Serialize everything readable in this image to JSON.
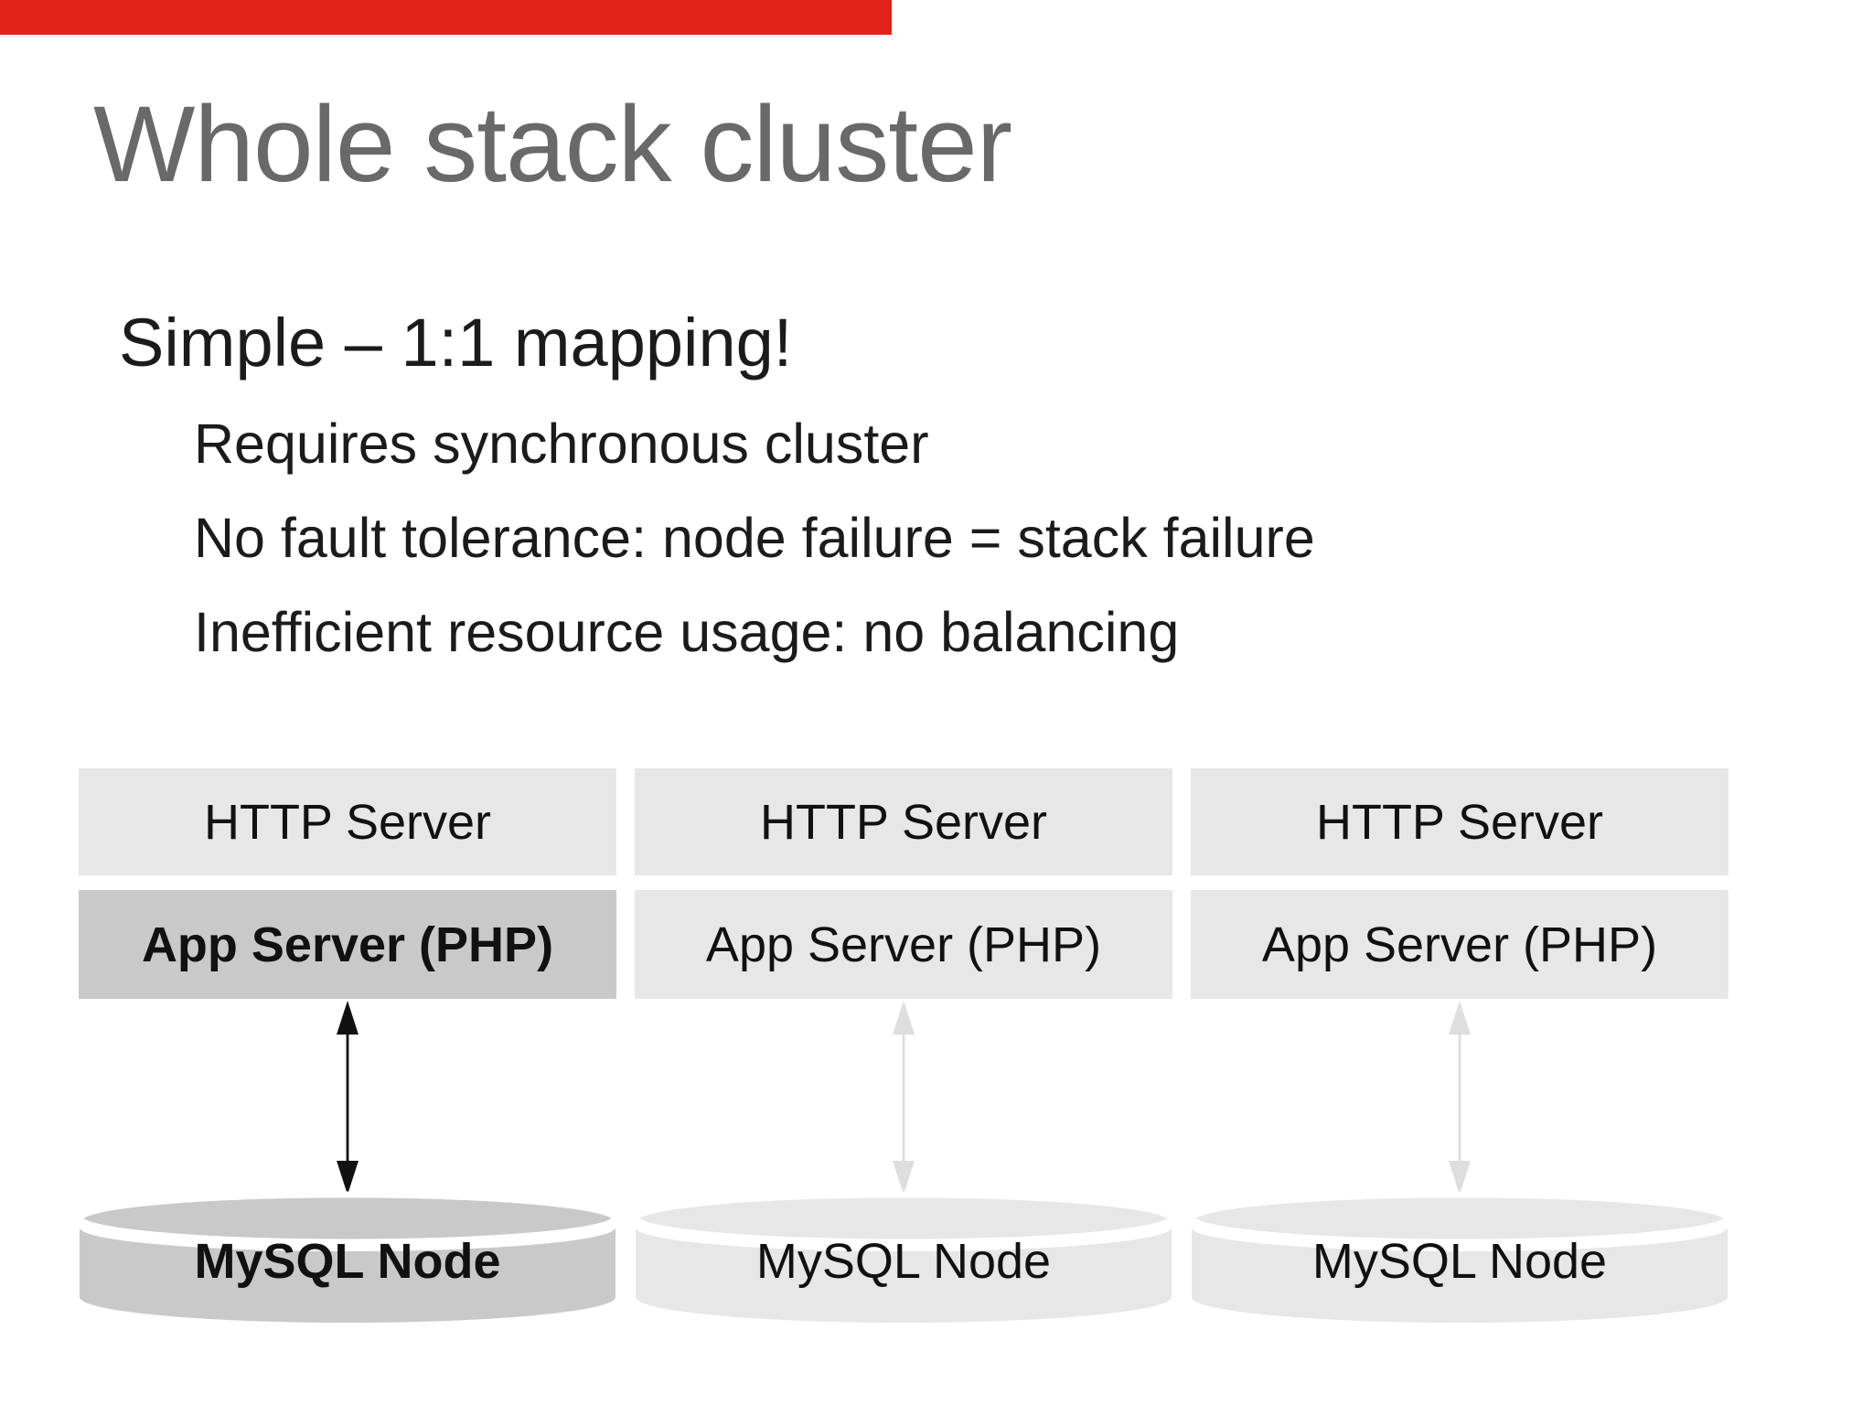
{
  "slide": {
    "accent_bar_color": "#e2231a",
    "title": "Whole stack cluster",
    "title_color": "#696969",
    "headline": "Simple – 1:1 mapping!",
    "bullets": [
      "Requires synchronous cluster",
      "No fault tolerance: node failure = stack failure",
      "Inefficient resource usage: no balancing"
    ],
    "colors": {
      "box_light": "#e7e7e7",
      "box_emphasized": "#c9c9c9",
      "arrow_emphasized": "#111111",
      "arrow_light": "#dedede",
      "text": "#1b1b1b"
    },
    "diagram": {
      "columns": [
        {
          "http_label": "HTTP Server",
          "app_label": "App Server (PHP)",
          "db_label": "MySQL Node",
          "emphasized": true
        },
        {
          "http_label": "HTTP Server",
          "app_label": "App Server (PHP)",
          "db_label": "MySQL Node",
          "emphasized": false
        },
        {
          "http_label": "HTTP Server",
          "app_label": "App Server (PHP)",
          "db_label": "MySQL Node",
          "emphasized": false
        }
      ]
    }
  }
}
